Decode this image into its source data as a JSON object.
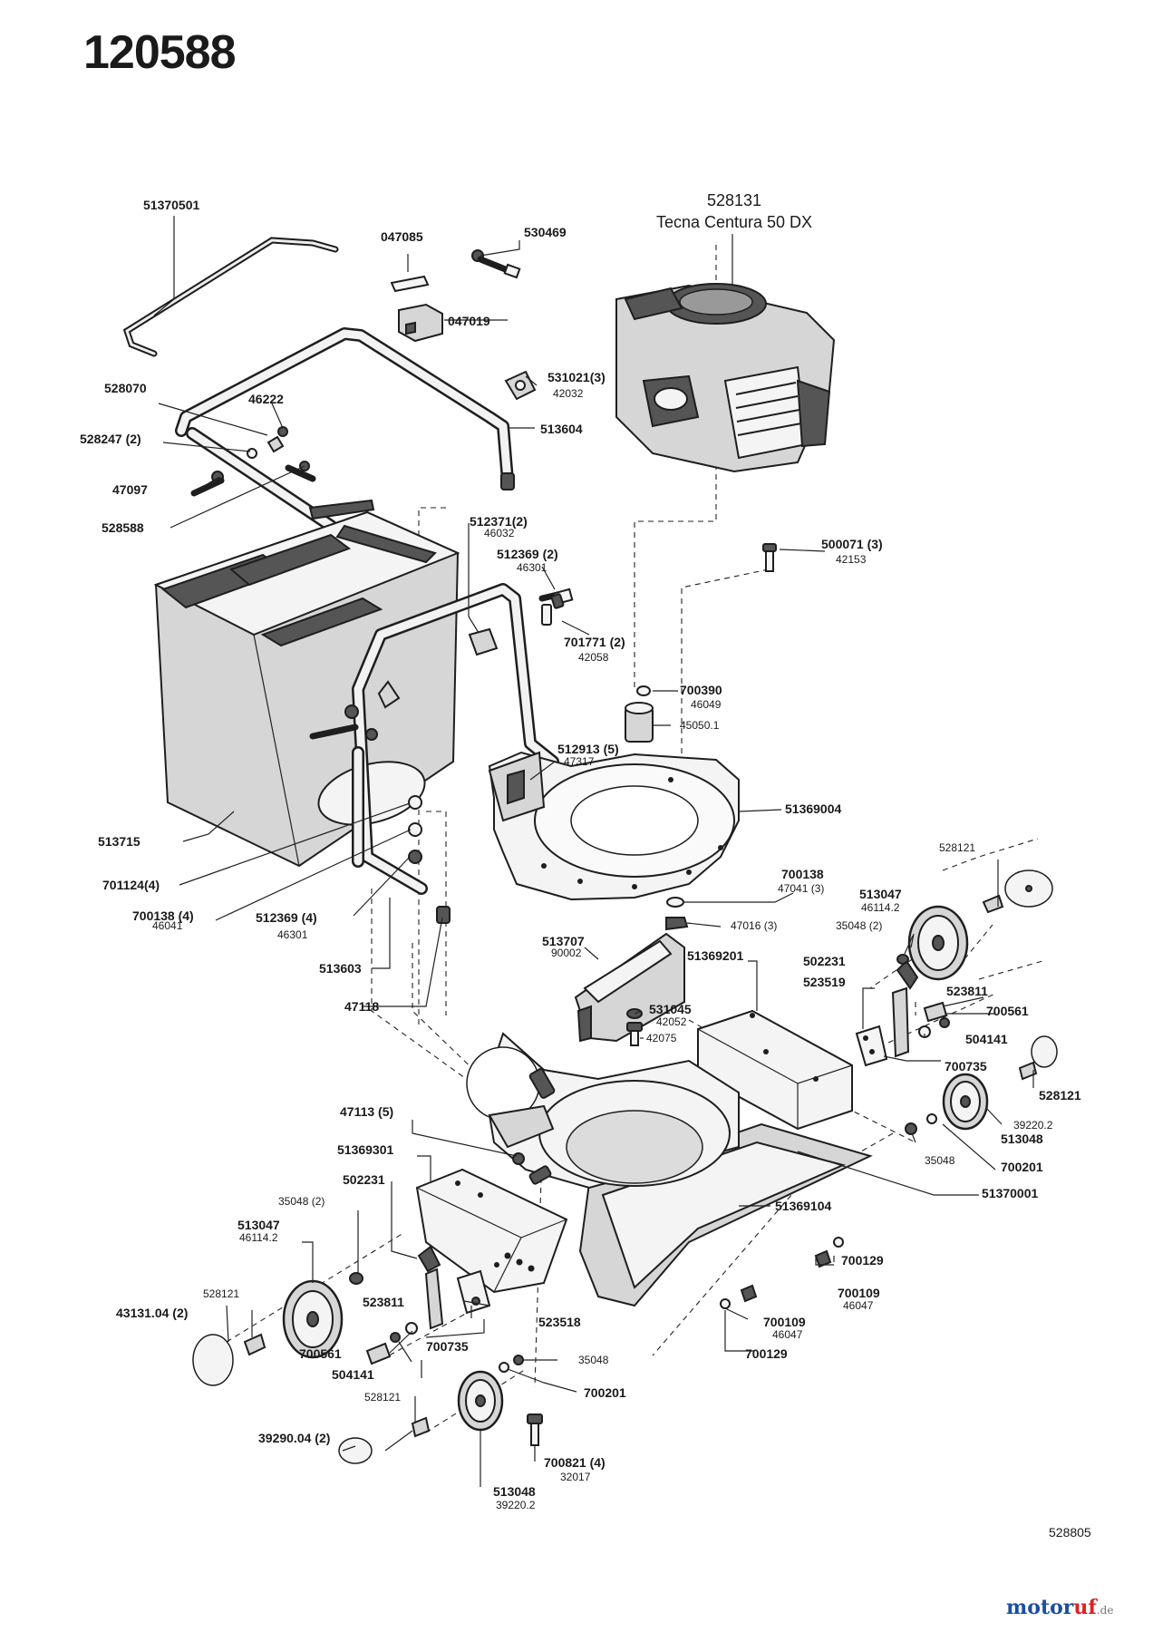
{
  "diagram_number": "120588",
  "engine": {
    "part": "528131",
    "name": "Tecna Centura 50 DX"
  },
  "labels": {
    "l51370501": "51370501",
    "l047085": "047085",
    "l530469": "530469",
    "l047019": "047019",
    "l531021": "531021(3)",
    "s42032": "42032",
    "l528070": "528070",
    "l46222": "46222",
    "l513604": "513604",
    "l528247": "528247 (2)",
    "l47097": "47097",
    "l528588": "528588",
    "l512371": "512371(2)",
    "s46032": "46032",
    "l512369a": "512369 (2)",
    "s46301a": "46301",
    "l500071": "500071 (3)",
    "s42153": "42153",
    "l701771": "701771 (2)",
    "s42058": "42058",
    "l700390": "700390",
    "s46049": "46049",
    "s45050": "45050.1",
    "l512913": "512913 (5)",
    "s47317": "47317",
    "l51369004": "51369004",
    "l513715": "513715",
    "l701124": "701124(4)",
    "l700138a": "700138 (4)",
    "s46041": "46041",
    "l512369b": "512369 (4)",
    "s46301b": "46301",
    "l513603": "513603",
    "l47118": "47118",
    "l700138b": "700138",
    "s47041": "47041 (3)",
    "s47016": "47016 (3)",
    "s528121a": "528121",
    "l513047a": "513047",
    "s46114a": "46114.2",
    "s35048a": "35048 (2)",
    "l513707": "513707",
    "s90002": "90002",
    "l51369201": "51369201",
    "l502231a": "502231",
    "l523519": "523519",
    "l523811a": "523811",
    "l700561a": "700561",
    "l504141a": "504141",
    "l531045": "531045",
    "s42052": "42052",
    "s42075": "42075",
    "l700735a": "700735",
    "l528121b": "528121",
    "s39220a": "39220.2",
    "l513048a": "513048",
    "s35048b": "35048",
    "l700201a": "700201",
    "l51370001": "51370001",
    "l47113": "47113 (5)",
    "l51369301": "51369301",
    "l502231b": "502231",
    "s35048c": "35048 (2)",
    "l513047b": "513047",
    "s46114b": "46114.2",
    "l51369104": "51369104",
    "l700129a": "700129",
    "l700109": "700109",
    "s46047a": "46047",
    "l43131": "43131.04 (2)",
    "s528121c": "528121",
    "l523811b": "523811",
    "l523518": "523518",
    "l700109b": "700109",
    "s46047b": "46047",
    "l700561b": "700561",
    "l700735b": "700735",
    "l504141b": "504141",
    "s35048d": "35048",
    "l700129b": "700129",
    "l700201b": "700201",
    "s528121d": "528121",
    "l39290": "39290.04 (2)",
    "l700821": "700821 (4)",
    "s32017": "32017",
    "l513048b": "513048",
    "s39220b": "39220.2"
  },
  "footer": {
    "drawing_number": "528805"
  },
  "watermark": {
    "brand_main": "motor",
    "brand_accent": "uf",
    "domain": ".de"
  }
}
